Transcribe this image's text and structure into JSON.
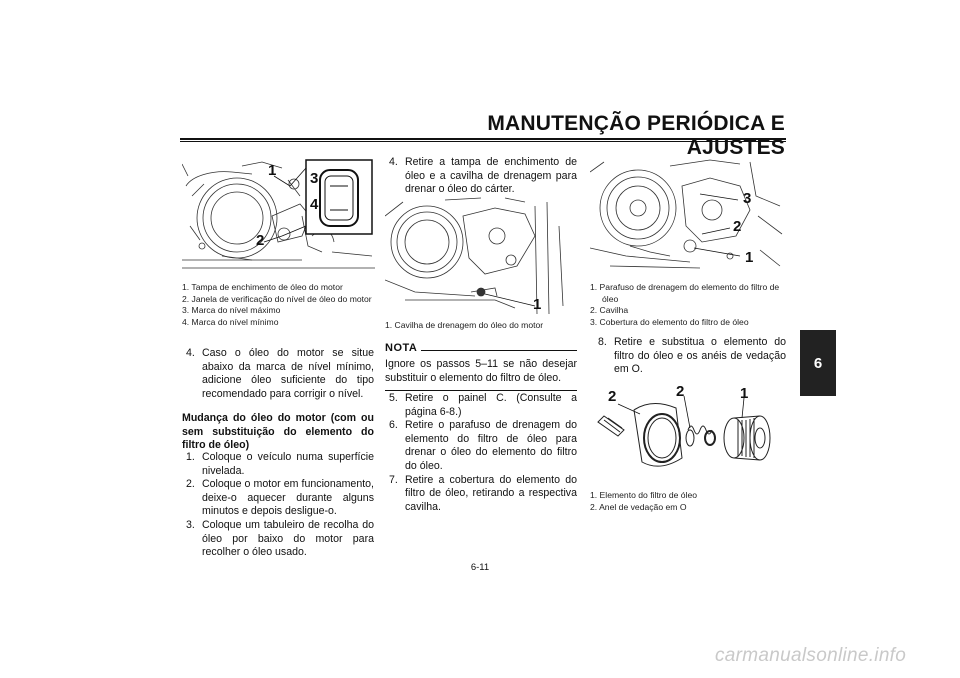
{
  "header": {
    "title": "MANUTENÇÃO PERIÓDICA E AJUSTES"
  },
  "side_tab": {
    "label": "6"
  },
  "figure1": {
    "callouts": [
      "1",
      "2",
      "3",
      "4"
    ],
    "captions": [
      "1. Tampa de enchimento de óleo do motor",
      "2. Janela de verificação do nível de óleo do motor",
      "3. Marca do nível máximo",
      "4. Marca do nível mínimo"
    ]
  },
  "left_column": {
    "step4": {
      "num": "4.",
      "text": "Caso o óleo do motor se situe abaixo da marca de nível mínimo, adicione óleo suficiente do tipo recomendado para corrigir o nível."
    },
    "section_heading": "Mudança do óleo do motor (com ou sem substituição do elemento do filtro de óleo)",
    "steps": [
      {
        "num": "1.",
        "text": "Coloque o veículo numa superfície nivelada."
      },
      {
        "num": "2.",
        "text": "Coloque o motor em funcionamento, deixe-o aquecer durante alguns minutos e depois desligue-o."
      },
      {
        "num": "3.",
        "text": "Coloque um tabuleiro de recolha do óleo por baixo do motor para recolher o óleo usado."
      }
    ]
  },
  "middle_column": {
    "step4": {
      "num": "4.",
      "text": "Retire a tampa de enchimento de óleo e a cavilha de drenagem para drenar o óleo do cárter."
    },
    "figure2": {
      "callout": "1",
      "caption": "1. Cavilha de drenagem do óleo do motor"
    },
    "note": {
      "title": "NOTA",
      "text": "Ignore os passos 5–11 se não desejar substituir o elemento do filtro de óleo."
    },
    "steps": [
      {
        "num": "5.",
        "text": "Retire o painel C. (Consulte a página 6-8.)"
      },
      {
        "num": "6.",
        "text": "Retire o parafuso de drenagem do elemento do filtro de óleo para drenar o óleo do elemento do filtro do óleo."
      },
      {
        "num": "7.",
        "text": "Retire a cobertura do elemento do filtro de óleo, retirando a respectiva cavilha."
      }
    ]
  },
  "right_column": {
    "figure3": {
      "callouts": [
        "3",
        "2",
        "1"
      ],
      "captions": [
        "1. Parafuso de drenagem do elemento do filtro de óleo",
        "2. Cavilha",
        "3. Cobertura do elemento do filtro de óleo"
      ]
    },
    "step8": {
      "num": "8.",
      "text": "Retire e substitua o elemento do filtro do óleo e os anéis de vedação em O."
    },
    "figure4": {
      "callouts": [
        "2",
        "2",
        "1"
      ],
      "captions": [
        "1. Elemento do filtro de óleo",
        "2. Anel de vedação em O"
      ]
    }
  },
  "footer": {
    "page_number": "6-11"
  },
  "watermark": {
    "text": "carmanualsonline.info"
  }
}
